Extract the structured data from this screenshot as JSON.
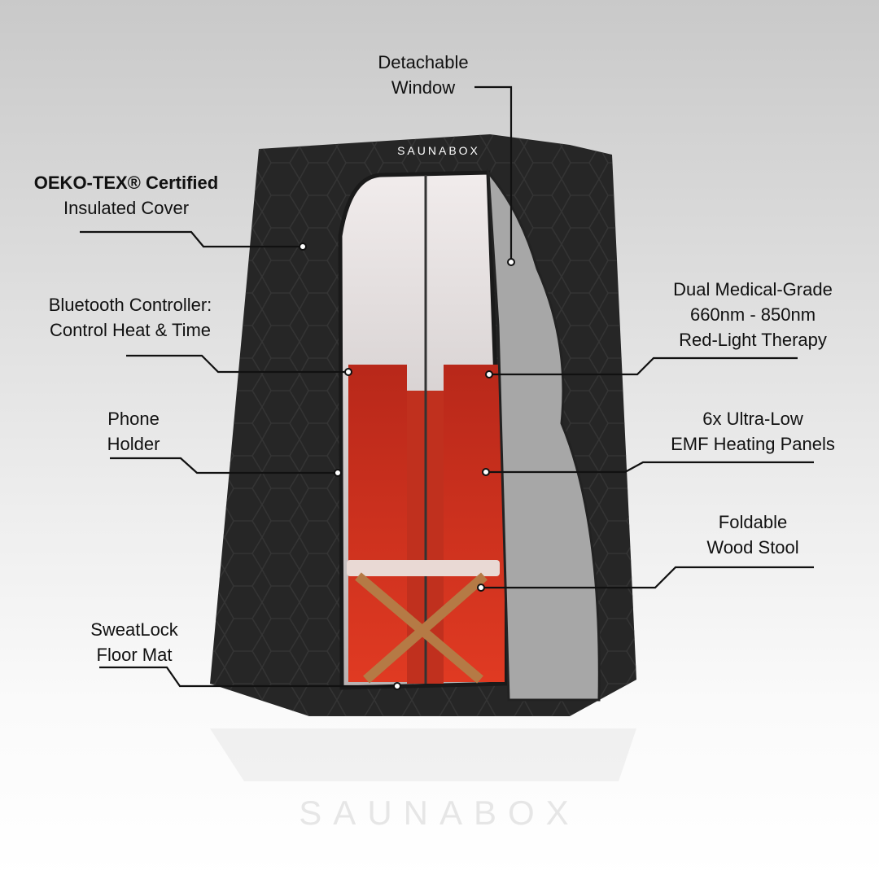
{
  "product": {
    "brand_top": "SAUNABOX",
    "brand_reflection": "SAUNABOX"
  },
  "callouts": [
    {
      "id": "window",
      "lines": [
        "Detachable",
        "Window"
      ]
    },
    {
      "id": "cover",
      "lines": [
        "OEKO-TEX® Certified",
        "Insulated Cover"
      ],
      "bold_line": 0
    },
    {
      "id": "bluetooth",
      "lines": [
        "Bluetooth Controller:",
        "Control Heat & Time"
      ]
    },
    {
      "id": "redlight",
      "lines": [
        "Dual Medical-Grade",
        "660nm - 850nm",
        "Red-Light Therapy"
      ]
    },
    {
      "id": "phone",
      "lines": [
        "Phone",
        "Holder"
      ]
    },
    {
      "id": "panels",
      "lines": [
        "6x Ultra-Low",
        "EMF Heating Panels"
      ]
    },
    {
      "id": "stool",
      "lines": [
        "Foldable",
        "Wood Stool"
      ]
    },
    {
      "id": "floor",
      "lines": [
        "SweatLock",
        "Floor Mat"
      ]
    }
  ],
  "colors": {
    "tent": "#2a2a2a",
    "interior_red": "#d8321e",
    "interior_light": "#e8e2e2",
    "line": "#111111"
  }
}
